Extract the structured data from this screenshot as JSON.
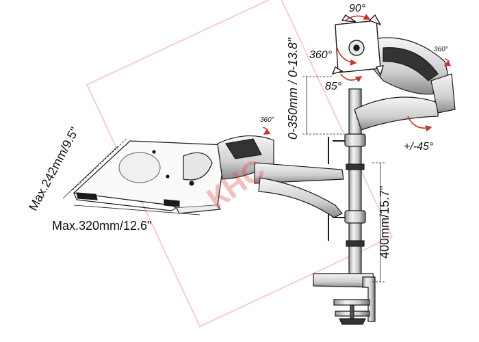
{
  "labels": {
    "laptop_depth": "Max.242mm/9.5\"",
    "laptop_width": "Max.320mm/12.6\"",
    "height_adjust": "0-350mm / 0-13.8\"",
    "pole_height": "400mm/15.7\"",
    "rotate_90": "90°",
    "rotate_360_left": "360°",
    "tilt_85": "85°",
    "swivel_360_right": "360°",
    "swivel_360_laptop": "360°",
    "tilt_45": "+/-45°"
  },
  "watermark": "КНС",
  "colors": {
    "line": "#1a1a1a",
    "arrow_red": "#c0392b",
    "watermark_red": "#e24a4a",
    "metal_light": "#d9d9d9",
    "metal_dark": "#555555"
  }
}
